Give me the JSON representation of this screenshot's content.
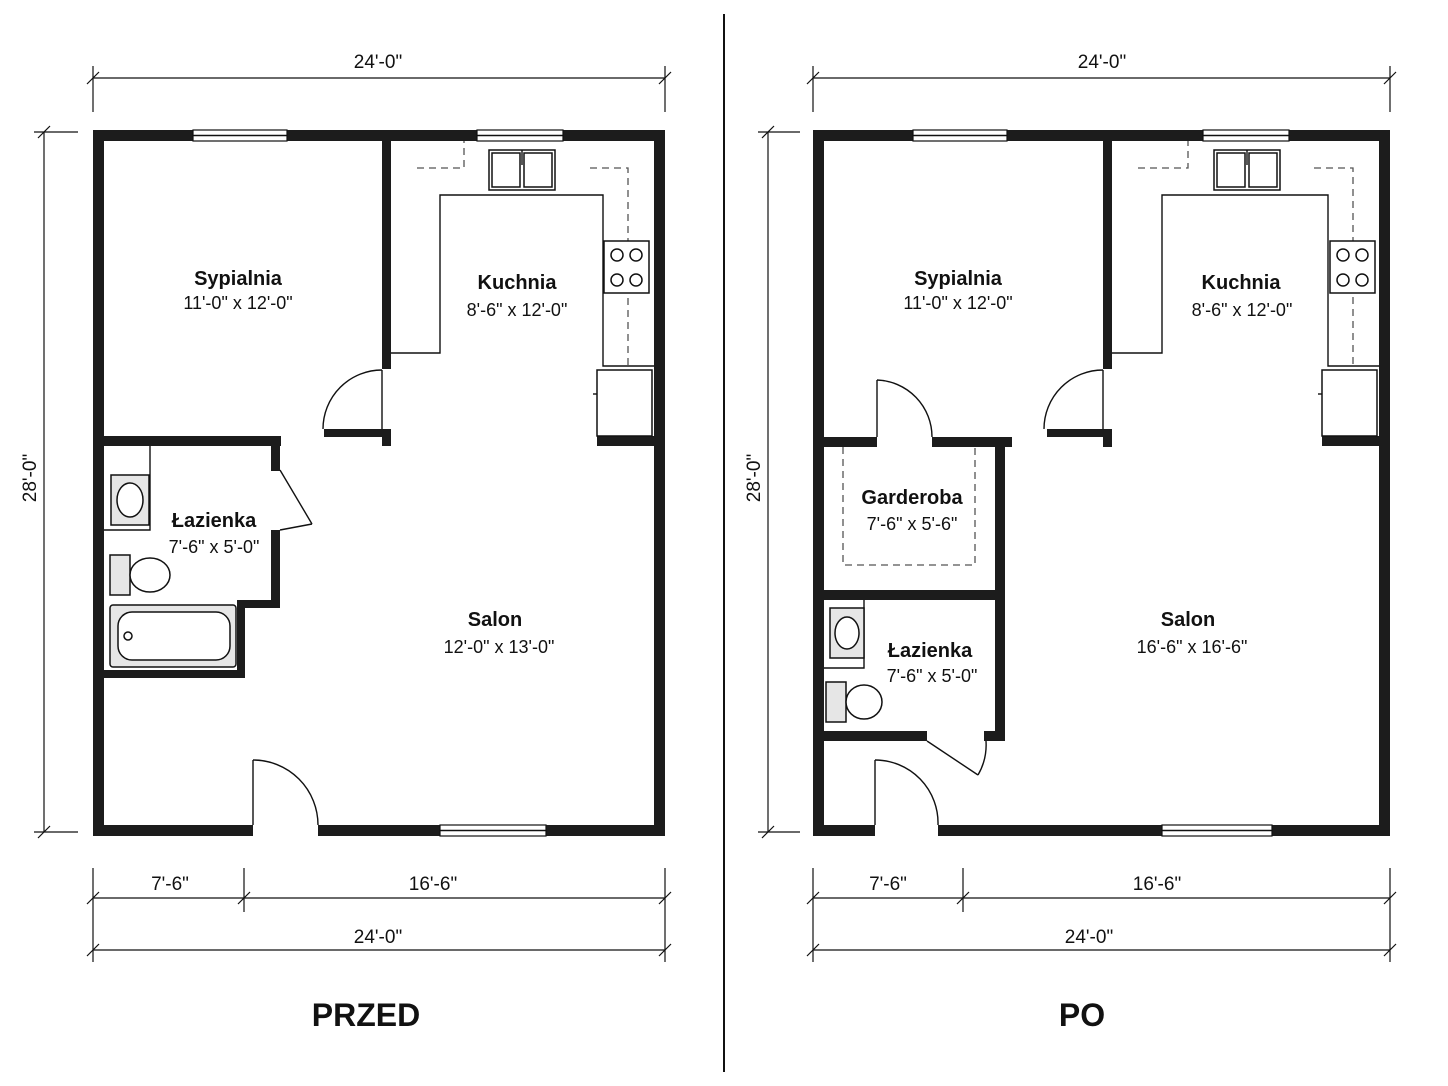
{
  "before": {
    "caption": "PRZED",
    "dims": {
      "top_width": "24'-0\"",
      "left_height": "28'-0\"",
      "bottom_left": "7'-6\"",
      "bottom_right": "16'-6\"",
      "bottom_total": "24'-0\""
    },
    "rooms": {
      "bedroom": {
        "name": "Sypialnia",
        "size": "11'-0\" x 12'-0\""
      },
      "kitchen": {
        "name": "Kuchnia",
        "size": "8'-6\" x 12'-0\""
      },
      "bathroom": {
        "name": "Łazienka",
        "size": "7'-6\" x 5'-0\""
      },
      "living": {
        "name": "Salon",
        "size": "12'-0\" x 13'-0\""
      }
    }
  },
  "after": {
    "caption": "PO",
    "dims": {
      "top_width": "24'-0\"",
      "left_height": "28'-0\"",
      "bottom_left": "7'-6\"",
      "bottom_right": "16'-6\"",
      "bottom_total": "24'-0\""
    },
    "rooms": {
      "bedroom": {
        "name": "Sypialnia",
        "size": "11'-0\" x 12'-0\""
      },
      "kitchen": {
        "name": "Kuchnia",
        "size": "8'-6\" x 12'-0\""
      },
      "closet": {
        "name": "Garderoba",
        "size": "7'-6\" x 5'-6\""
      },
      "bathroom": {
        "name": "Łazienka",
        "size": "7'-6\" x 5'-0\""
      },
      "living": {
        "name": "Salon",
        "size": "16'-6\" x 16'-6\""
      }
    }
  }
}
